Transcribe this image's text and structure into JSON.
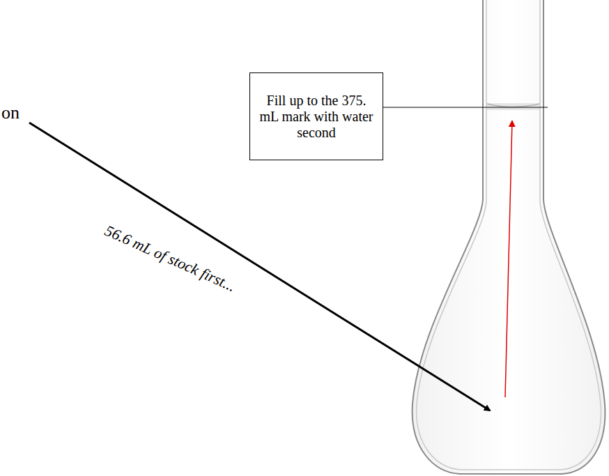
{
  "diagram": {
    "nodes": [
      {
        "text": [
          "Fill up to the 375. mL mark with water second"
        ]
      }
    ],
    "labels": [
      "on",
      "56.6 mL of stock first..."
    ]
  }
}
